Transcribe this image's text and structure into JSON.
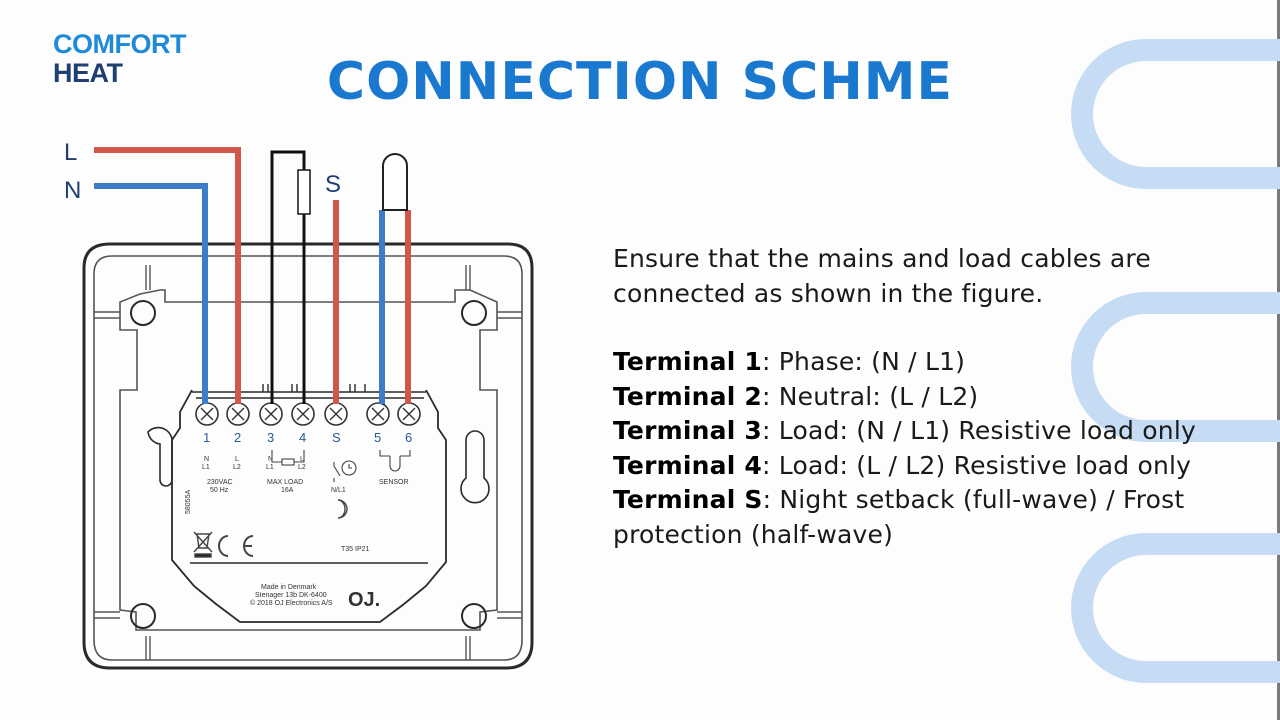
{
  "logo": {
    "line1": "COMFORT",
    "line2": "HEAT"
  },
  "title": "CONNECTION SCHME",
  "colors": {
    "title": "#1a79cf",
    "logo_top": "#1e8ad8",
    "logo_bottom": "#1f3f73",
    "wire_phase": "#d0574a",
    "wire_neutral": "#3d7cc9",
    "decor": "#c5dcf4"
  },
  "intro": "Ensure that the mains and load cables are connected as shown in the figure.",
  "terminals": [
    {
      "label": "Terminal 1",
      "desc": ": Phase: (N / L1)"
    },
    {
      "label": "Terminal 2",
      "desc": ": Neutral: (L / L2)"
    },
    {
      "label": "Terminal 3",
      "desc": ": Load: (N / L1) Resistive load only"
    },
    {
      "label": "Terminal 4",
      "desc": ": Load: (L / L2) Resistive load only"
    },
    {
      "label": "Terminal S",
      "desc": ": Night setback (full-wave) / Frost protection (half-wave)"
    }
  ],
  "diagram": {
    "wire_labels": {
      "L": "L",
      "N": "N",
      "S": "S"
    },
    "terminal_numbers": [
      "1",
      "2",
      "3",
      "4",
      "S",
      "5",
      "6"
    ],
    "terminal_sub": {
      "t1": "N",
      "t1b": "L1",
      "t2": "L",
      "t2b": "L2",
      "t3": "N",
      "t3b": "L1",
      "t4": "L",
      "t4b": "L2"
    },
    "supply_label": "230VAC",
    "supply_freq": "50 Hz",
    "load_label": "MAX LOAD",
    "load_amps": "16A",
    "nl_label": "N/L1",
    "sensor_label": "SENSOR",
    "part_code": "58055A",
    "model": "T35  IP21",
    "made_in": "Made in Denmark",
    "address": "Stenager 13b DK-6400",
    "copyright": "© 2018 OJ Electronics A/S",
    "brand_mark": "OJ."
  }
}
